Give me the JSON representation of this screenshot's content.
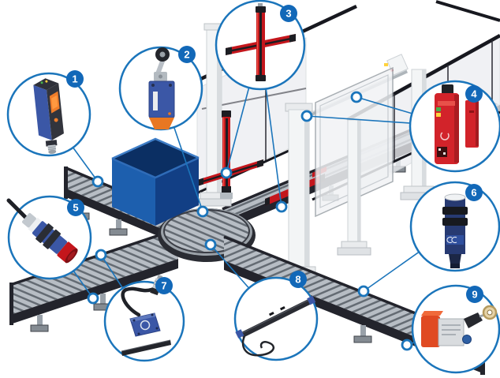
{
  "diagram": {
    "description": "Isometric illustration of a fenced roller-conveyor line with rotary table, sliding door and light curtains, annotated with nine numbered callout circles highlighting sensing and safety products",
    "accent_color": "#1b75bb",
    "colors": {
      "callout_ring": "#1b75bb",
      "badge_fill": "#1268b8",
      "safety_red": "#c4161c",
      "product_blue": "#3b57a6",
      "product_orange": "#e87722",
      "conveyor_frame": "#23242c",
      "roller_gray": "#b7bdc4",
      "bin_blue": "#1d5fae",
      "fence_panel": "#eceef1"
    },
    "callouts": [
      {
        "number": "1",
        "product": "miniature-photoelectric-sensor"
      },
      {
        "number": "2",
        "product": "roller-lever-limit-switch"
      },
      {
        "number": "3",
        "product": "safety-light-curtain-pair"
      },
      {
        "number": "4",
        "product": "rfid-safety-interlock-switch-with-actuator"
      },
      {
        "number": "5",
        "product": "cylindrical-photoelectric-sensor"
      },
      {
        "number": "6",
        "product": "cylindrical-ultrasonic-sensor"
      },
      {
        "number": "7",
        "product": "read-write-head-with-cable-and-tag-strip"
      },
      {
        "number": "8",
        "product": "magnetic-sensor-bar-with-cable"
      },
      {
        "number": "9",
        "product": "rope-pull-emergency-stop-switch"
      }
    ],
    "scene": {
      "elements": [
        "safety-fence",
        "sliding-door",
        "door-track-rail",
        "roller-conveyor-upper-left",
        "roller-conveyor-lower-left",
        "roller-conveyor-right",
        "roller-conveyor-lower-right",
        "rotary-turntable",
        "blue-bin",
        "vertical-light-curtain-column",
        "horizontal-light-curtain-bar",
        "conveyor-mounted-light-curtain-strips"
      ]
    }
  }
}
